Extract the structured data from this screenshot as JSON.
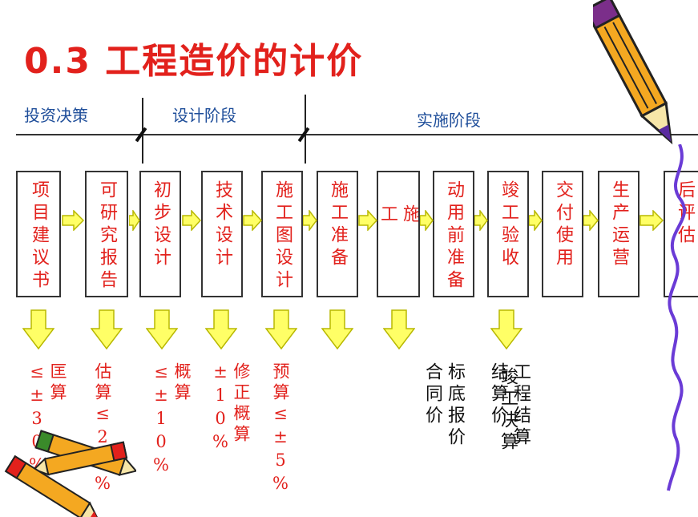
{
  "title": "0.3 工程造价的计价",
  "phases": [
    {
      "label": "投资决策"
    },
    {
      "label": "设计阶段"
    },
    {
      "label": "实施阶段"
    }
  ],
  "steps": [
    {
      "label": "项目建议书"
    },
    {
      "label": "可研究报告"
    },
    {
      "label": "初步设计"
    },
    {
      "label": "技术设计"
    },
    {
      "label": "施工图设计"
    },
    {
      "label": "施工准备"
    },
    {
      "label": "施 工"
    },
    {
      "label": "动用前准备"
    },
    {
      "label": "竣工验收"
    },
    {
      "label": "交付使用"
    },
    {
      "label": "生产运营"
    },
    {
      "label": "后评估"
    }
  ],
  "estimates": [
    {
      "label": "匡算≤±30%"
    },
    {
      "label": "估算≤20%"
    },
    {
      "label": "概算≤±10%"
    },
    {
      "label": "修正概算±10%"
    },
    {
      "label": "预算≤±5%"
    },
    {
      "col1": "标底报价",
      "col2": "合同价"
    },
    {
      "col1": "工程结算",
      "col2": "结算价"
    },
    {
      "label": "竣工决算"
    }
  ],
  "colors": {
    "title": "#e2211c",
    "phase": "#1f4e9a",
    "arrow_fill": "#ffff66",
    "arrow_stroke": "#b8b800",
    "wave": "#6a3bd6"
  },
  "icons": [
    "right-arrow-icon",
    "down-arrow-icon",
    "pencil-icon",
    "crayon-icon",
    "scribble-line-icon"
  ]
}
